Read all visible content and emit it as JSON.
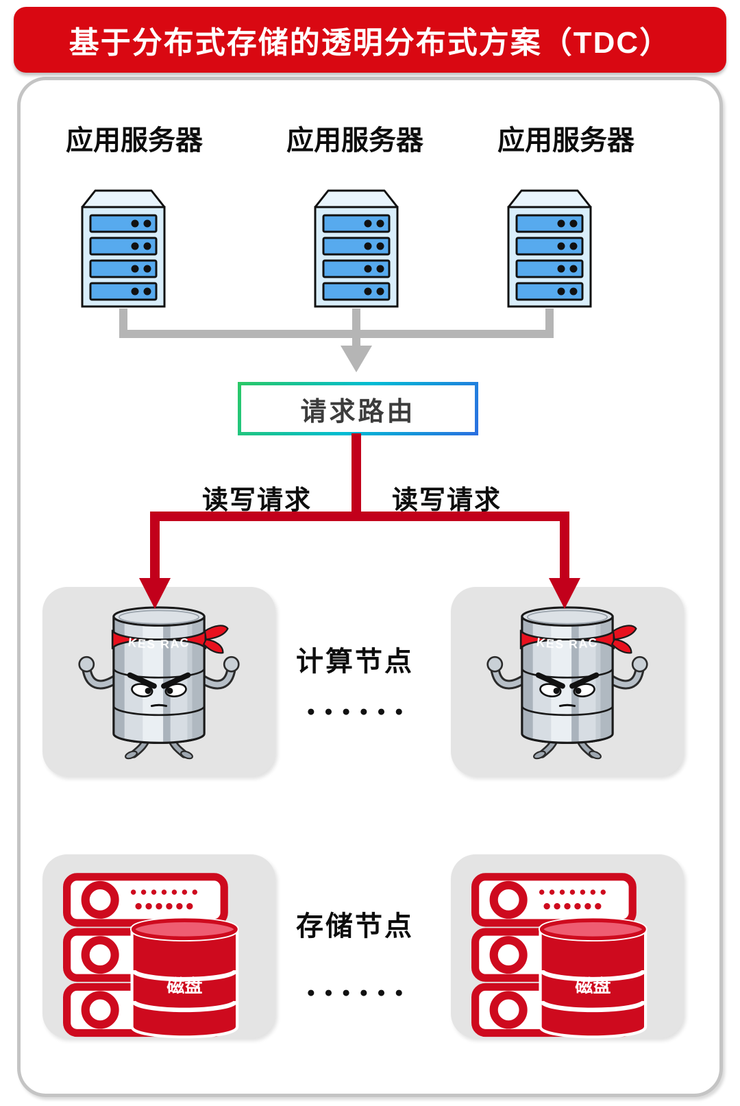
{
  "page": {
    "title": "基于分布式存储的透明分布式方案（TDC）"
  },
  "app_servers": {
    "items": [
      {
        "label": "应用服务器"
      },
      {
        "label": "应用服务器"
      },
      {
        "label": "应用服务器"
      }
    ]
  },
  "routing": {
    "label": "请求路由"
  },
  "requests": {
    "left_label": "读写请求",
    "right_label": "读写请求"
  },
  "compute": {
    "label": "计算节点",
    "ellipsis": "●●●●●●",
    "headband": "KES RAC"
  },
  "storage": {
    "label": "存储节点",
    "ellipsis": "●●●●●●",
    "disk_label": "磁盘"
  },
  "colors": {
    "header_red": "#d90812",
    "line_red": "#c2001b",
    "icon_red": "#ce0a1e",
    "band_red": "#e8111e",
    "disk_top_pink": "#ee5d72",
    "gray_line": "#b5b5b5",
    "node_bg": "#e4e4e4",
    "frame_border": "#c4c4c4",
    "server_body_blue": "#d9eefb",
    "server_slot_blue": "#57aaee",
    "grad_green": "#2bc865",
    "grad_cyan": "#00bcd4",
    "grad_blue": "#2b6fe0"
  }
}
